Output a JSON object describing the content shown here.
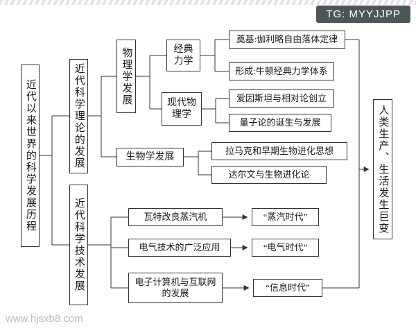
{
  "badge": {
    "label": "TG: MYYJJPP"
  },
  "watermark": {
    "label": "www.hjsxb8.com"
  },
  "colors": {
    "badge_bg": "#4d5759",
    "line": "#333333",
    "border": "#333333"
  },
  "diagram": {
    "root": "近代以来世界的科学发展历程",
    "outcome": "人类生产、生活发生巨变",
    "theory": {
      "label": "近代科学理论的发展",
      "physics": {
        "label": "物理学发展",
        "classical": {
          "label": "经典力学",
          "items": [
            "奠基:伽利略自由落体定律",
            "形成:牛顿经典力学体系"
          ]
        },
        "modern": {
          "label": "现代物理学",
          "items": [
            "爱因斯坦与相对论创立",
            "量子论的诞生与发展"
          ]
        }
      },
      "biology": {
        "label": "生物学发展",
        "items": [
          "拉马克和早期生物进化思想",
          "达尔文与生物进化论"
        ]
      }
    },
    "technology": {
      "label": "近代科学技术发展",
      "rows": [
        {
          "cause": "瓦特改良蒸汽机",
          "era": "“蒸汽时代”"
        },
        {
          "cause": "电气技术的广泛应用",
          "era": "“电气时代”"
        },
        {
          "cause": "电子计算机与互联网的发展",
          "era": "“信息时代”"
        }
      ]
    }
  }
}
